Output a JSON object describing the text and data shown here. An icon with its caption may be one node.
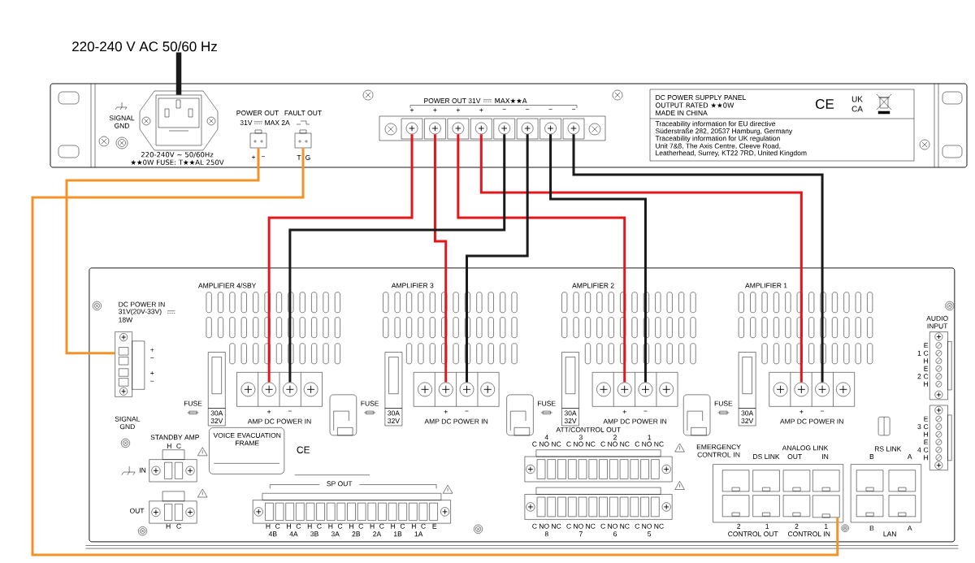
{
  "diagram": {
    "nodes": [
      {
        "text": [
          "220-240 V AC 50/60 Hz"
        ]
      },
      {
        "text": [],
        "shape": "box"
      },
      {
        "text": [],
        "shape": "box",
        "in": 1,
        "beside": [
          "220-240V ~ 50/60Hz ★★0W FUSE: T★★AL 250V"
        ]
      },
      {
        "text": [
          "POWER OUT",
          "31V",
          "MAX 2A"
        ],
        "in": 1,
        "beside": [
          "+",
          "−"
        ]
      },
      {
        "text": [
          "FAULT OUT"
        ],
        "in": 1,
        "beside": [
          "T",
          "G"
        ]
      },
      {
        "text": [
          "POWER OUT 31V",
          "MAX★★A"
        ],
        "in": 1
      },
      {
        "text": [
          "+"
        ],
        "in": 5
      },
      {
        "text": [
          "+"
        ],
        "in": 5
      },
      {
        "text": [
          "+"
        ],
        "in": 5
      },
      {
        "text": [
          "+"
        ],
        "in": 5
      },
      {
        "text": [
          "−"
        ],
        "in": 5
      },
      {
        "text": [
          "−"
        ],
        "in": 5
      },
      {
        "text": [
          "−"
        ],
        "in": 5
      },
      {
        "text": [
          "−"
        ],
        "in": 5
      },
      {
        "text": [],
        "shape": "box"
      },
      {
        "text": [
          "DC POWER IN",
          "31V(20V-33V)",
          "18W"
        ],
        "in": 14
      },
      {
        "text": [
          "AMP DC POWER IN"
        ],
        "in": 14
      },
      {
        "text": [
          "+"
        ],
        "in": 16
      },
      {
        "text": [
          "−"
        ],
        "in": 16
      },
      {
        "text": [
          "AMP DC POWER IN"
        ],
        "in": 14
      },
      {
        "text": [
          "+"
        ],
        "in": 19
      },
      {
        "text": [
          "−"
        ],
        "in": 19
      },
      {
        "text": [
          "AMP DC POWER IN"
        ],
        "in": 14
      },
      {
        "text": [
          "+"
        ],
        "in": 22
      },
      {
        "text": [
          "−"
        ],
        "in": 22
      },
      {
        "text": [
          "AMP DC POWER IN"
        ],
        "in": 14
      },
      {
        "text": [
          "+"
        ],
        "in": 25
      },
      {
        "text": [
          "−"
        ],
        "in": 25
      },
      {
        "text": [],
        "shape": "box",
        "in": 14
      },
      {
        "text": [],
        "shape": "circle",
        "in": 5
      },
      {
        "text": [],
        "shape": "circle",
        "in": 5
      },
      {
        "text": [],
        "shape": "circle",
        "in": 16
      },
      {
        "text": [],
        "shape": "circle",
        "in": 16
      },
      {
        "text": [],
        "shape": "circle",
        "in": 19
      },
      {
        "text": [],
        "shape": "circle",
        "in": 19
      },
      {
        "text": [],
        "shape": "circle",
        "in": 22
      },
      {
        "text": [],
        "shape": "circle",
        "in": 22
      },
      {
        "text": [],
        "shape": "circle",
        "in": 25
      },
      {
        "text": [],
        "shape": "circle",
        "in": 25
      }
    ],
    "edges": [
      {
        "from": 0,
        "to": 2,
        "arrow": "none",
        "style": "thick",
        "color": "#1a1a1a"
      },
      {
        "from": 3,
        "to": 15,
        "arrow": "none",
        "color": "#f39229"
      },
      {
        "from": 4,
        "to": 28,
        "arrow": "none",
        "color": "#f39229"
      },
      {
        "from": 6,
        "to": 17,
        "arrow": "none",
        "color": "#e3171b"
      },
      {
        "from": 7,
        "to": 20,
        "arrow": "none",
        "color": "#e3171b"
      },
      {
        "from": 8,
        "to": 23,
        "arrow": "none",
        "color": "#e3171b"
      },
      {
        "from": 9,
        "to": 26,
        "arrow": "none",
        "color": "#e3171b"
      },
      {
        "from": 10,
        "to": 18,
        "arrow": "none",
        "color": "#1a1a1a"
      },
      {
        "from": 11,
        "to": 21,
        "arrow": "none",
        "color": "#1a1a1a"
      },
      {
        "from": 12,
        "to": 24,
        "arrow": "none",
        "color": "#1a1a1a"
      },
      {
        "from": 13,
        "to": 27,
        "arrow": "none",
        "color": "#1a1a1a"
      }
    ],
    "labels": [
      "SIGNAL GND",
      "DC POWER SUPPLY PANEL",
      "OUTPUT RATED ★★0W",
      "MADE IN CHINA",
      "CE",
      "UK",
      "CA",
      "Traceability information for EU directive",
      "Süderstraße 282, 20537 Hamburg, Germany",
      "Traceability information for UK regulation",
      "Unit 7&8, The Axis Centre, Cleeve Road,",
      "Leatherhead, Surrey, KT22 7RD, United Kingdom",
      "+",
      "−",
      "+",
      "−",
      "AMPLIFIER 4/SBY",
      "AMPLIFIER 3",
      "AMPLIFIER 2",
      "AMPLIFIER 1",
      "FUSE",
      "30A 32V",
      "FUSE",
      "30A 32V",
      "FUSE",
      "30A 32V",
      "FUSE",
      "30A 32V",
      "SIGNAL GND",
      "STANDBY AMP",
      "H",
      "C",
      "IN",
      "OUT",
      "H",
      "C",
      "VOICE EVACUATION FRAME",
      "CE",
      "SP OUT",
      "H",
      "C",
      "4B",
      "H",
      "C",
      "4A",
      "H",
      "C",
      "3B",
      "H",
      "C",
      "3A",
      "H",
      "C",
      "2B",
      "H",
      "C",
      "2A",
      "H",
      "C",
      "1B",
      "H",
      "C",
      "1A",
      "E",
      "ATT/CONTROL OUT",
      "4",
      "C NO NC",
      "3",
      "C NO NC",
      "2",
      "C NO NC",
      "1",
      "C NO NC",
      "C NO NC",
      "8",
      "C NO NC",
      "7",
      "C NO NC",
      "6",
      "C NO NC",
      "5",
      "EMERGENCY CONTROL IN",
      "DS LINK",
      "ANALOG LINK",
      "OUT",
      "IN",
      "2",
      "CONTROL OUT",
      "1",
      "2",
      "CONTROL IN",
      "1",
      "RS LINK",
      "B",
      "A",
      "B",
      "LAN",
      "A",
      "AUDIO INPUT",
      "1",
      "E",
      "C",
      "H",
      "2",
      "E",
      "C",
      "H",
      "3",
      "E",
      "C",
      "H",
      "4",
      "E",
      "C",
      "H"
    ]
  }
}
